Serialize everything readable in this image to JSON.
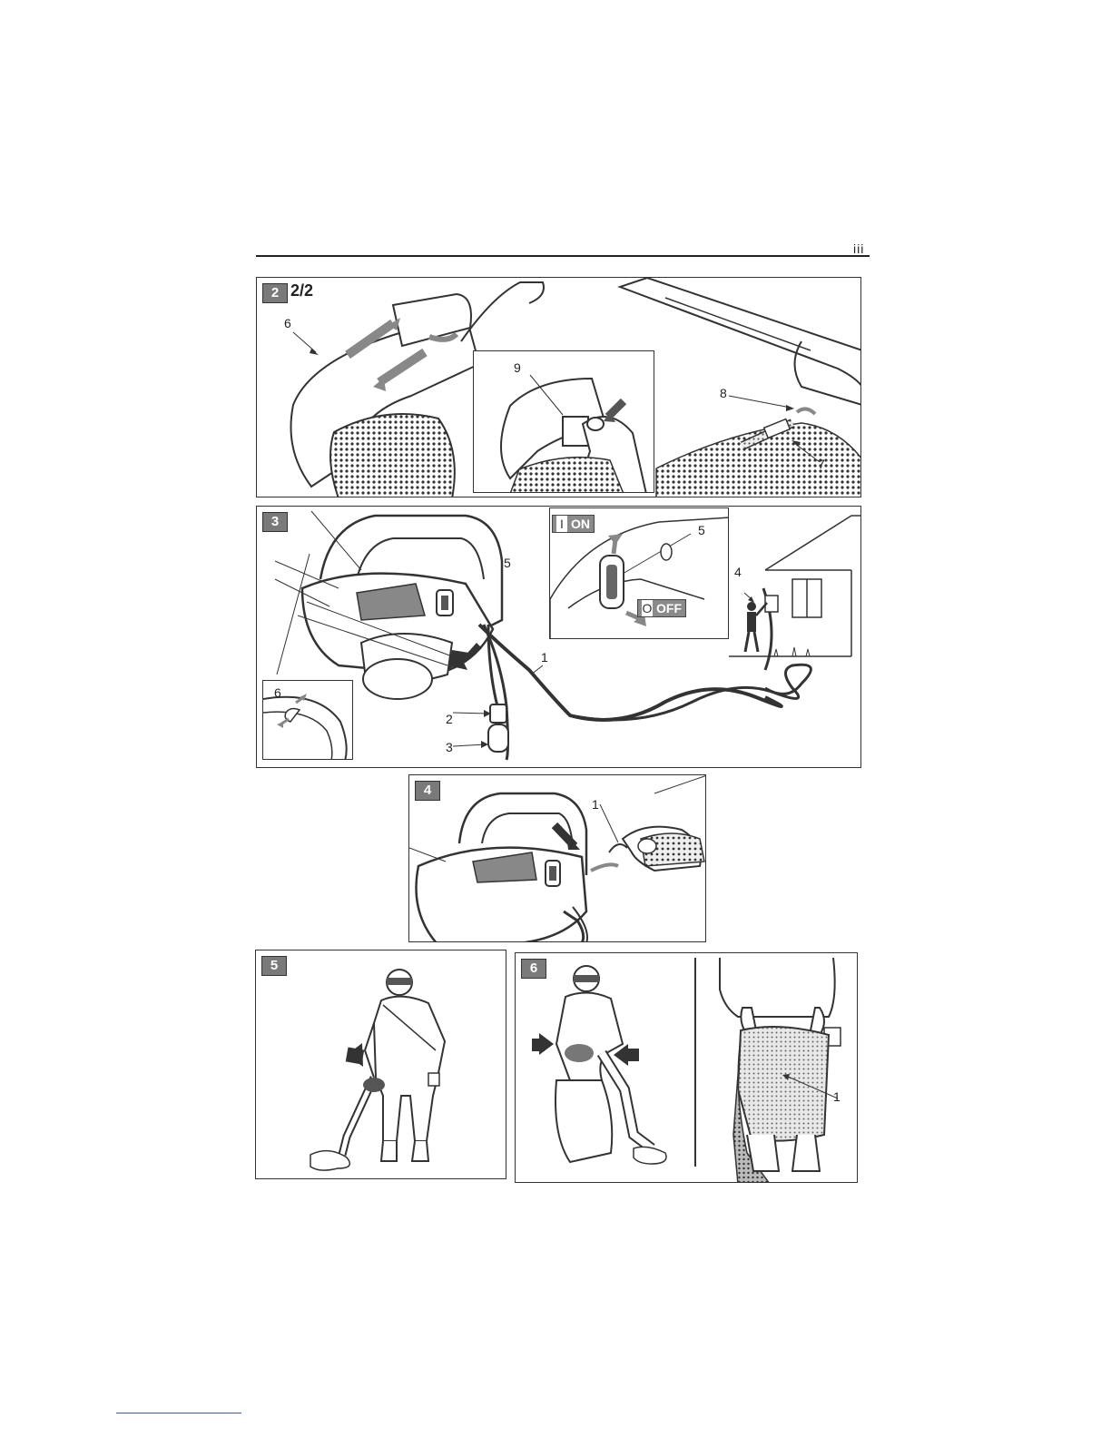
{
  "header": {
    "page_number": "iii"
  },
  "panel2": {
    "badge": "2",
    "subtitle": "2/2",
    "callouts": {
      "c6": "6",
      "c9": "9",
      "c8": "8",
      "c7": "7"
    }
  },
  "panel3": {
    "badge": "3",
    "switch_on": {
      "symbol": "I",
      "label": "ON"
    },
    "switch_off": {
      "symbol": "O",
      "label": "OFF"
    },
    "callouts": {
      "c5a": "5",
      "c5b": "5",
      "c4": "4",
      "c1": "1",
      "c2": "2",
      "c3": "3",
      "c6": "6"
    }
  },
  "panel4": {
    "badge": "4",
    "callouts": {
      "c1": "1"
    }
  },
  "panel5": {
    "badge": "5"
  },
  "panel6": {
    "badge": "6",
    "callouts": {
      "c1": "1"
    }
  }
}
